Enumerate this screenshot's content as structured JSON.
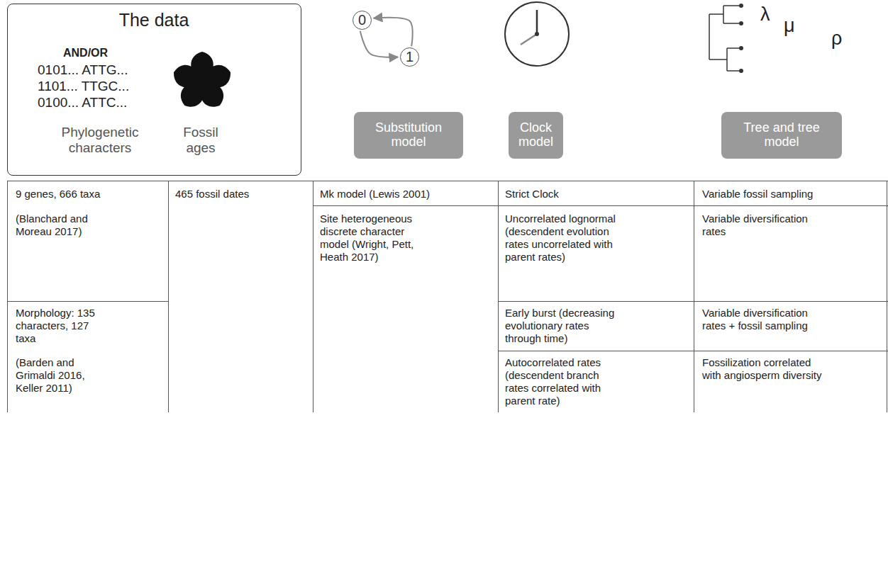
{
  "diagram": {
    "nodes": [
      {
        "text": [
          "The data",
          "AND/OR",
          "0101... ATTG...",
          "1101... TTGC...",
          "0100... ATTC...",
          "Phylogenetic characters",
          "Fossil ages"
        ]
      },
      {
        "text": [
          "0"
        ]
      },
      {
        "text": [
          "1"
        ]
      },
      {
        "text": [
          "Substitution model"
        ]
      },
      {
        "text": [
          "Clock model"
        ]
      },
      {
        "text": [
          "Tree and tree model"
        ]
      }
    ],
    "edges": [
      {
        "from": 2,
        "to": 1,
        "arrow": "to"
      },
      {
        "from": 1,
        "to": 2,
        "arrow": "to"
      }
    ],
    "labels": [
      "λ",
      "μ",
      "ρ",
      "9 genes, 666 taxa",
      "465 fossil dates",
      "Mk model (Lewis 2001)",
      "Strict Clock",
      "Variable fossil sampling",
      "(Blanchard and Moreau 2017)",
      "Site heterogeneous discrete character model (Wright, Pett, Heath 2017)",
      "Uncorrelated lognormal (descendent evolution rates uncorrelated with parent rates)",
      "Variable diversification rates",
      "Morphology: 135 characters, 127 taxa",
      "Early burst (decreasing evolutionary rates through time)",
      "Variable diversification rates + fossil sampling",
      "(Barden and Grimaldi 2016, Keller 2011)",
      "Autocorrelated rates (descendent branch rates correlated with parent rate)",
      "Fossilization correlated with angiosperm diversity"
    ]
  }
}
